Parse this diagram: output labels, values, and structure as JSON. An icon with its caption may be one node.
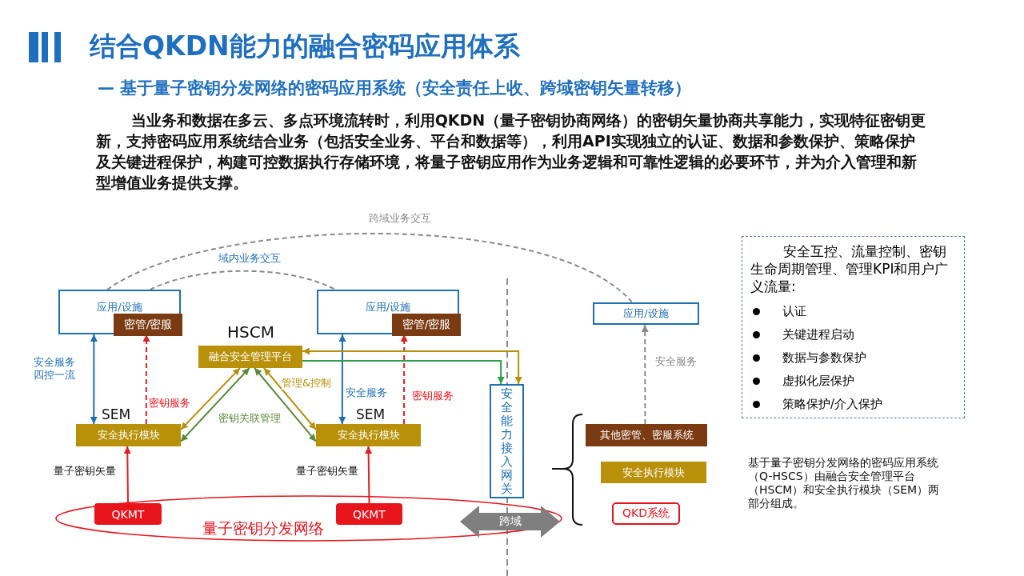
{
  "diagram": {
    "title": "结合QKDN能力的融合密码应用体系",
    "nodes": [
      {
        "text": [
          "应用/设施"
        ]
      },
      {
        "text": [
          "密管/密服"
        ],
        "in": 0
      },
      {
        "text": [
          "应用/设施"
        ]
      },
      {
        "text": [
          "密管/密服"
        ],
        "in": 2
      },
      {
        "text": [
          "融合安全管理平台"
        ],
        "beside": [
          "HSCM"
        ]
      },
      {
        "text": [
          "安全执行模块"
        ],
        "beside": [
          "SEM"
        ]
      },
      {
        "text": [
          "安全执行模块"
        ],
        "beside": [
          "SEM"
        ]
      },
      {
        "text": [
          "QKMT"
        ],
        "in": 9
      },
      {
        "text": [
          "QKMT"
        ],
        "in": 9
      },
      {
        "text": [
          "量子密钥分发网络"
        ]
      },
      {
        "text": [
          "安全能力接入网关"
        ]
      },
      {
        "text": [
          "跨域"
        ],
        "in": 9
      },
      {
        "text": [
          "应用/设施"
        ]
      },
      {
        "text": [
          "其他密管、密服系统"
        ]
      },
      {
        "text": [
          "安全执行模块"
        ]
      },
      {
        "text": [
          "QKD系统"
        ]
      },
      {
        "text": [
          "安全互控、流量控制、密钥生命周期管理、管理KPI和用户广义流量:",
          "认证",
          "关键进程启动",
          "数据与参数保护",
          "虚拟化层保护",
          "策略保护/介入保护"
        ]
      }
    ],
    "edges": [
      {
        "from": 0,
        "to": 5,
        "arrow": "both",
        "label": "安全服务四控一流",
        "color": "#1f6fb5"
      },
      {
        "from": 5,
        "to": 1,
        "arrow": "to",
        "label": "密钥服务",
        "style": "dashed",
        "color": "#e02020"
      },
      {
        "from": 2,
        "to": 6,
        "arrow": "both",
        "label": "安全服务",
        "color": "#1f6fb5"
      },
      {
        "from": 6,
        "to": 3,
        "arrow": "to",
        "label": "密钥服务",
        "style": "dashed",
        "color": "#e02020"
      },
      {
        "from": 7,
        "to": 5,
        "arrow": "to",
        "label": "量子密钥矢量",
        "color": "#e02020"
      },
      {
        "from": 8,
        "to": 6,
        "arrow": "to",
        "label": "量子密钥矢量",
        "color": "#e02020"
      },
      {
        "from": 4,
        "to": 5,
        "arrow": "both",
        "color": "#b8900a"
      },
      {
        "from": 4,
        "to": 5,
        "arrow": "both",
        "label": "密钥关联管理",
        "color": "#5a8a3a"
      },
      {
        "from": 4,
        "to": 6,
        "arrow": "both",
        "label": "管理&控制",
        "color": "#b8900a"
      },
      {
        "from": 4,
        "to": 6,
        "arrow": "both",
        "color": "#5a8a3a"
      },
      {
        "from": 4,
        "to": 10,
        "arrow": "both",
        "color": "#b8900a"
      },
      {
        "from": 4,
        "to": 10,
        "arrow": "to",
        "color": "#2e9e4a"
      },
      {
        "from": 13,
        "to": 12,
        "arrow": "to",
        "label": "安全服务",
        "style": "dashed",
        "color": "#8a8a8a"
      },
      {
        "from": 0,
        "to": 2,
        "arrow": "none",
        "label": "域内业务交互",
        "style": "dashed",
        "color": "#8a8a8a"
      },
      {
        "from": 0,
        "to": 12,
        "arrow": "none",
        "label": "跨域业务交互",
        "style": "dashed",
        "color": "#8a8a8a"
      }
    ],
    "labels": [
      "— 基于量子密钥分发网络的密码应用系统（安全责任上收、跨域密钥矢量转移）",
      "当业务和数据在多云、多点环境流转时，利用QKDN（量子密钥协商网络）的密钥矢量协商共享能力，实现特征密钥更新，支持密码应用系统结合业务（包括安全业务、平台和数据等），利用API实现独立的认证、数据和参数保护、策略保护及关键进程保护，构建可控数据执行存储环境，将量子密钥应用作为业务逻辑和可靠性逻辑的必要环节，并为介入管理和新型增值业务提供支撑。",
      "基于量子密钥分发网络的密码应用系统（Q-HSCS）由融合安全管理平台（HSCM）和安全执行模块（SEM）两部分组成。"
    ]
  }
}
